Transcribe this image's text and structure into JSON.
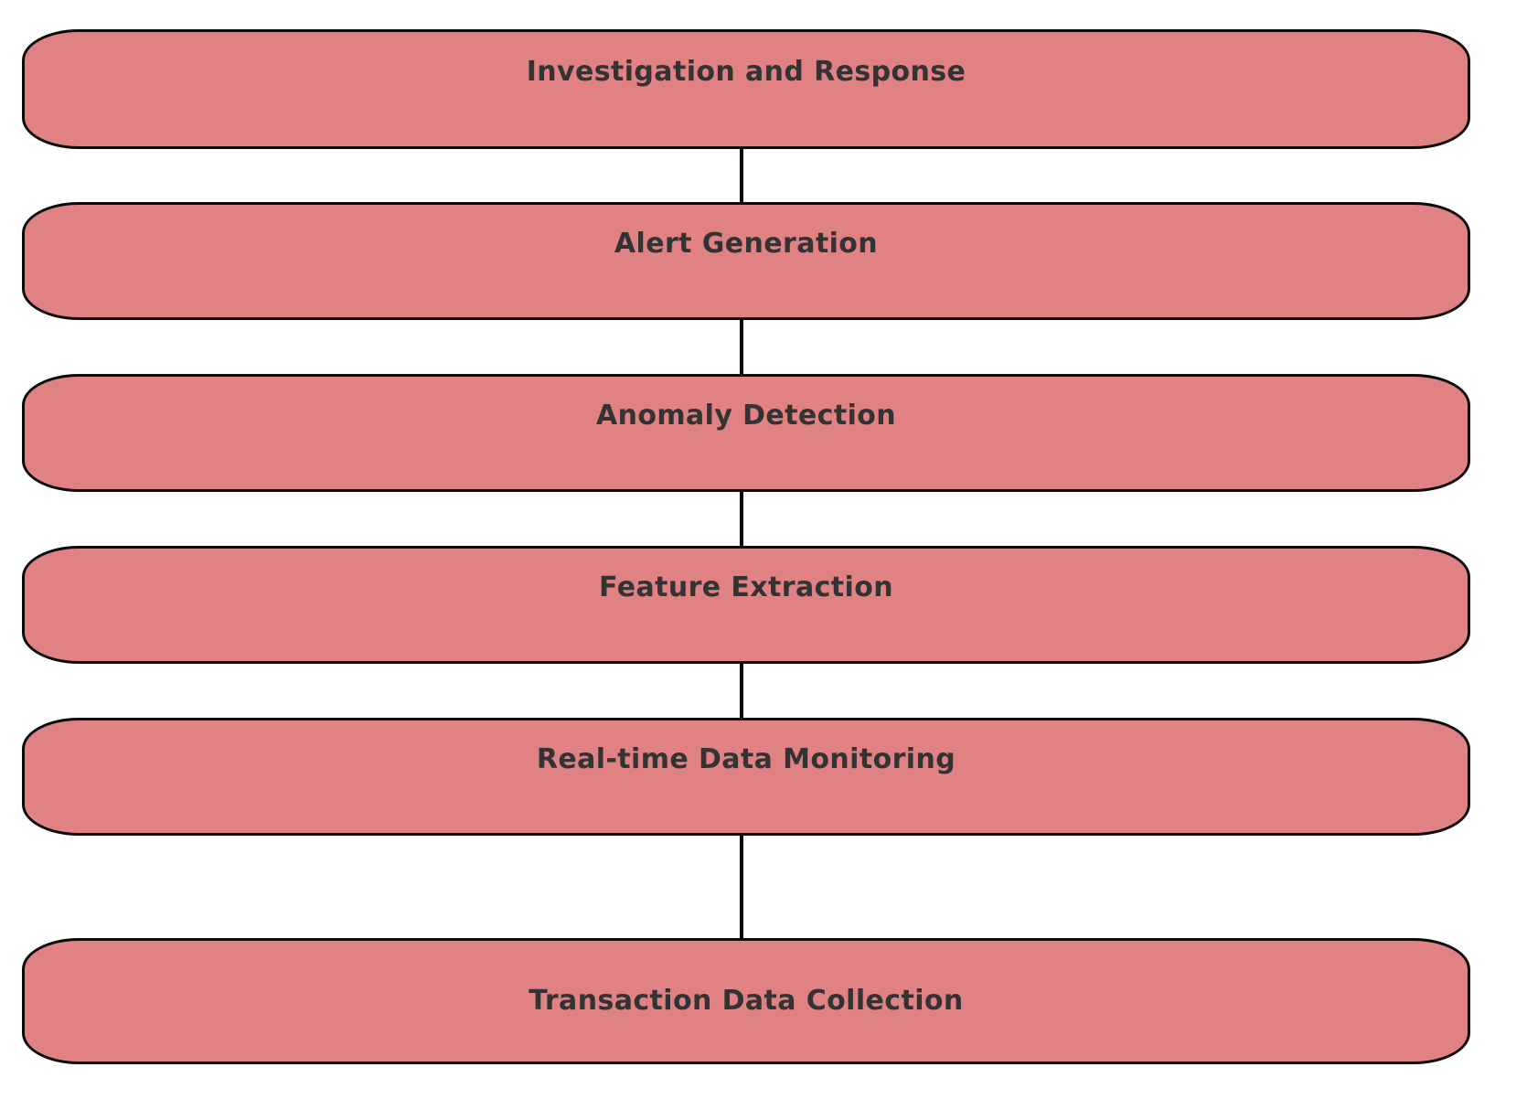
{
  "diagram": {
    "type": "flowchart",
    "orientation": "bottom-to-top",
    "background_color": "#ffffff",
    "node_fill_color": "#E08183",
    "node_border_color": "#0b0b0b",
    "node_text_color": "#333333",
    "edge_color": "#000000",
    "nodes": [
      {
        "id": "investigation-and-response",
        "label": "Investigation and Response"
      },
      {
        "id": "alert-generation",
        "label": "Alert Generation"
      },
      {
        "id": "anomaly-detection",
        "label": "Anomaly Detection"
      },
      {
        "id": "feature-extraction",
        "label": "Feature Extraction"
      },
      {
        "id": "real-time-data-monitoring",
        "label": "Real-time Data Monitoring"
      },
      {
        "id": "transaction-data-collection",
        "label": "Transaction Data Collection"
      }
    ],
    "edges": [
      {
        "from": "transaction-data-collection",
        "to": "real-time-data-monitoring",
        "arrow": "arrow-up-icon"
      },
      {
        "from": "real-time-data-monitoring",
        "to": "feature-extraction",
        "arrow": "arrow-up-icon"
      },
      {
        "from": "feature-extraction",
        "to": "anomaly-detection",
        "arrow": "arrow-up-icon"
      },
      {
        "from": "anomaly-detection",
        "to": "alert-generation",
        "arrow": "arrow-up-icon"
      },
      {
        "from": "alert-generation",
        "to": "investigation-and-response",
        "arrow": "arrow-up-icon"
      }
    ]
  }
}
